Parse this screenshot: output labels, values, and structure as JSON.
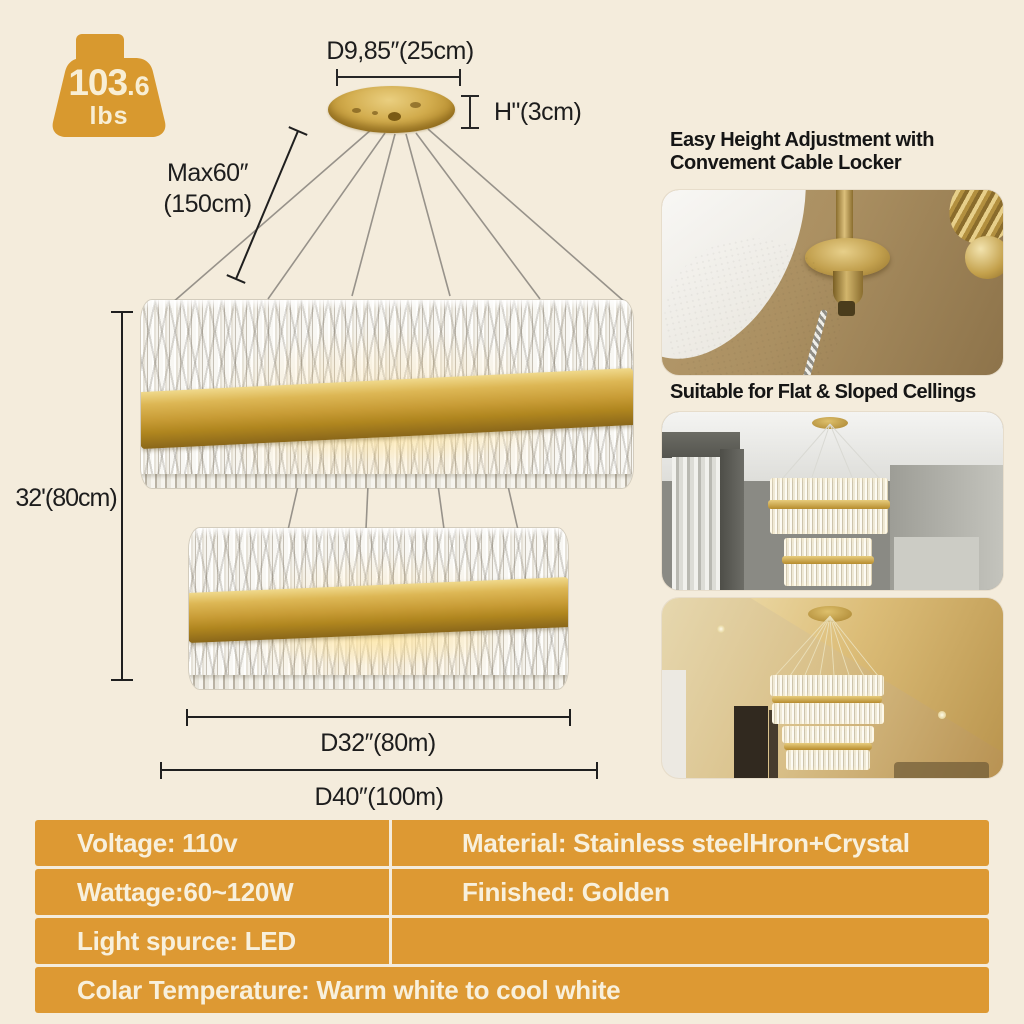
{
  "colors": {
    "background_cream": "#f4ecdc",
    "brand_gold": "#dd9933",
    "band_gold": "#c89c36",
    "annotation_text": "#1d1d1d",
    "table_text": "#f8f0dc"
  },
  "weight_badge": {
    "value": "103",
    "decimal": ".6",
    "unit": "lbs"
  },
  "annotations": {
    "canopy_diameter": "D9,85″(25cm)",
    "canopy_height": "H\"(3cm)",
    "cable_max": "Max60″",
    "cable_max_cm": "(150cm)",
    "fixture_height": "32'(80cm)",
    "inner_diameter": "D32″(80m)",
    "outer_diameter": "D40″(100m)"
  },
  "features": [
    {
      "title": "Easy Height Adjustment with Convement Cable Locker"
    },
    {
      "title": "Suitable for Flat & Sloped Cellings"
    }
  ],
  "specs": {
    "rows": [
      {
        "cells": [
          "Voltage: 110v",
          "Material: Stainless steelHron+Crystal"
        ]
      },
      {
        "cells": [
          "Wattage:60~120W",
          "Finished: Golden"
        ]
      },
      {
        "cells": [
          "Light spurce: LED",
          ""
        ]
      },
      {
        "cells": [
          "Colar Temperature: Warm white to cool white"
        ]
      }
    ]
  }
}
